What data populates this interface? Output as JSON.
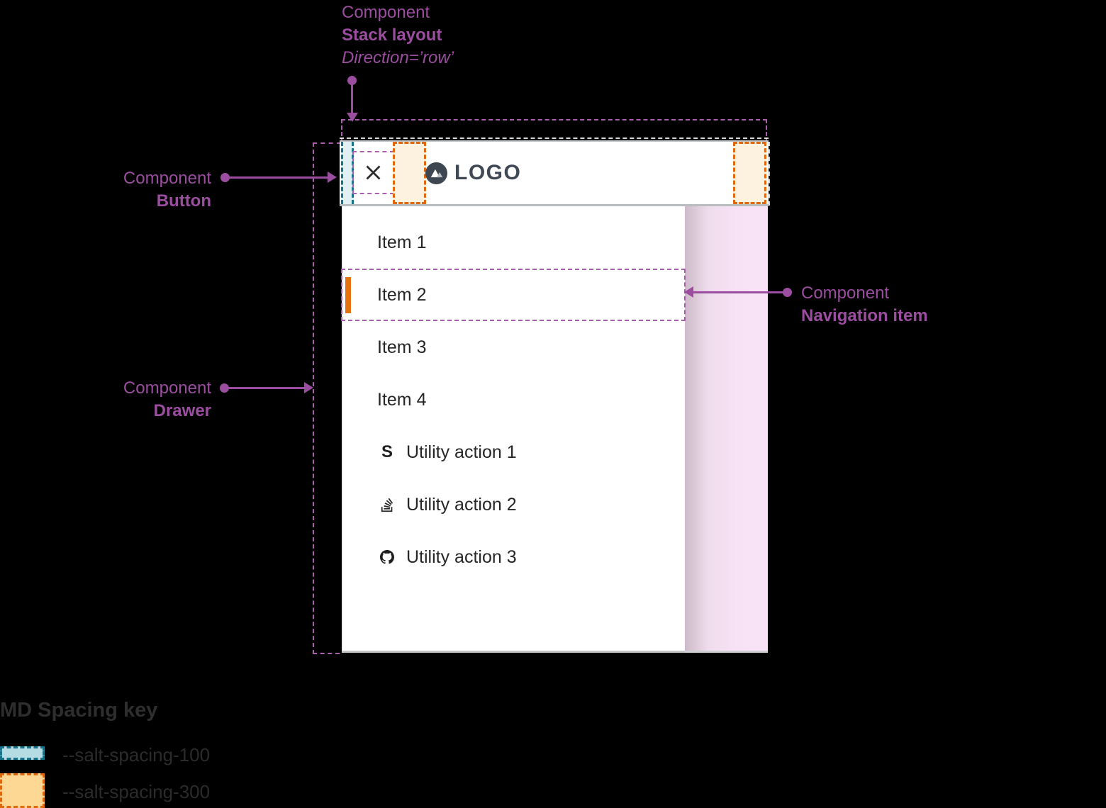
{
  "colors": {
    "purpleText": "#9b4d9f",
    "purpleDash": "#aa5fae",
    "tealBorder": "#16738a",
    "tealFill": "#b5dce2",
    "orangeBorder": "#e2680f",
    "orangeFill": "#fcd894",
    "orangeFillLight": "#fdf2df",
    "activeBar": "#e5710f",
    "textDark": "#262626",
    "logoSlate": "#3e4652",
    "pink": "#f8e2f6"
  },
  "annotations": {
    "stack_layout": {
      "eyebrow": "Component",
      "name": "Stack layout",
      "detail": "Direction=’row’"
    },
    "button": {
      "eyebrow": "Component",
      "name": "Button"
    },
    "drawer": {
      "eyebrow": "Component",
      "name": "Drawer"
    },
    "navigation_item": {
      "eyebrow": "Component",
      "name": "Navigation item"
    }
  },
  "header": {
    "logo_text": "LOGO",
    "close_icon": "close-x",
    "logo_icon": "mountain-logo"
  },
  "drawer": {
    "nav_items": [
      {
        "label": "Item 1",
        "active": false
      },
      {
        "label": "Item 2",
        "active": true
      },
      {
        "label": "Item 3",
        "active": false
      },
      {
        "label": "Item 4",
        "active": false
      }
    ],
    "utility_items": [
      {
        "label": "Utility action 1",
        "icon": "letter-s-icon"
      },
      {
        "label": "Utility action 2",
        "icon": "stack-overflow-icon"
      },
      {
        "label": "Utility action 3",
        "icon": "github-icon"
      }
    ]
  },
  "icon_glyphs": {
    "letter_s": "S"
  },
  "legend": {
    "title": "MD Spacing key",
    "entries": [
      {
        "label": "--salt-spacing-100",
        "token": "spacing-100"
      },
      {
        "label": "--salt-spacing-300",
        "token": "spacing-300"
      }
    ]
  }
}
